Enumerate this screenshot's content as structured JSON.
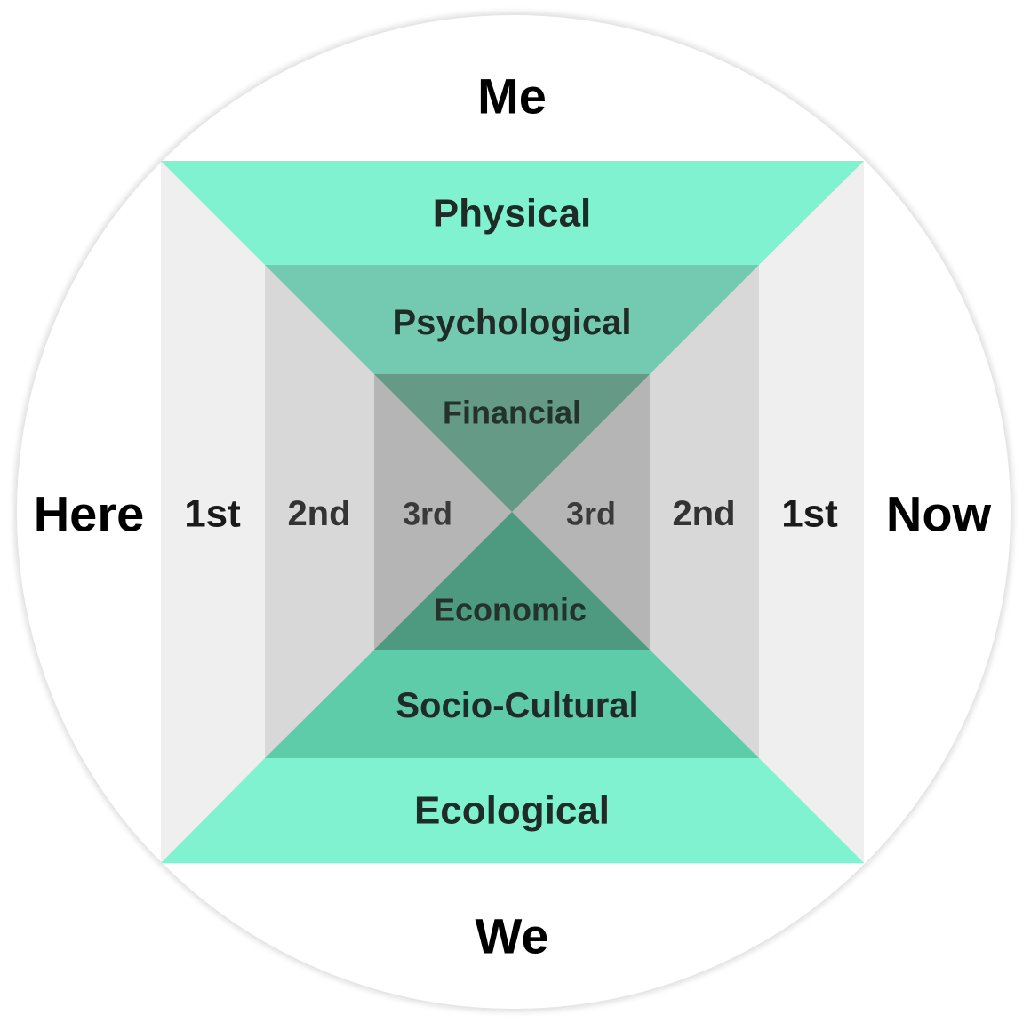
{
  "axes": {
    "top": "Me",
    "bottom": "We",
    "left": "Here",
    "right": "Now"
  },
  "bands_top": [
    "Physical",
    "Psychological",
    "Financial"
  ],
  "bands_bottom": [
    "Economic",
    "Socio-Cultural",
    "Ecological"
  ],
  "levels_left": [
    "1st",
    "2nd",
    "3rd"
  ],
  "levels_right": [
    "3rd",
    "2nd",
    "1st"
  ],
  "colors": {
    "circle_bg": "#ffffff",
    "circle_edge": "#e6e6e6",
    "grey_outer": "#efefef",
    "grey_middle": "#d8d8d8",
    "grey_inner": "#b5b5b5",
    "green_top_outer": "#80f2cf",
    "green_top_middle": "#74cab1",
    "green_top_inner": "#659a86",
    "green_bottom_inner": "#4d9a80",
    "green_bottom_middle": "#5fcca9",
    "green_bottom_outer": "#80f2cf"
  }
}
